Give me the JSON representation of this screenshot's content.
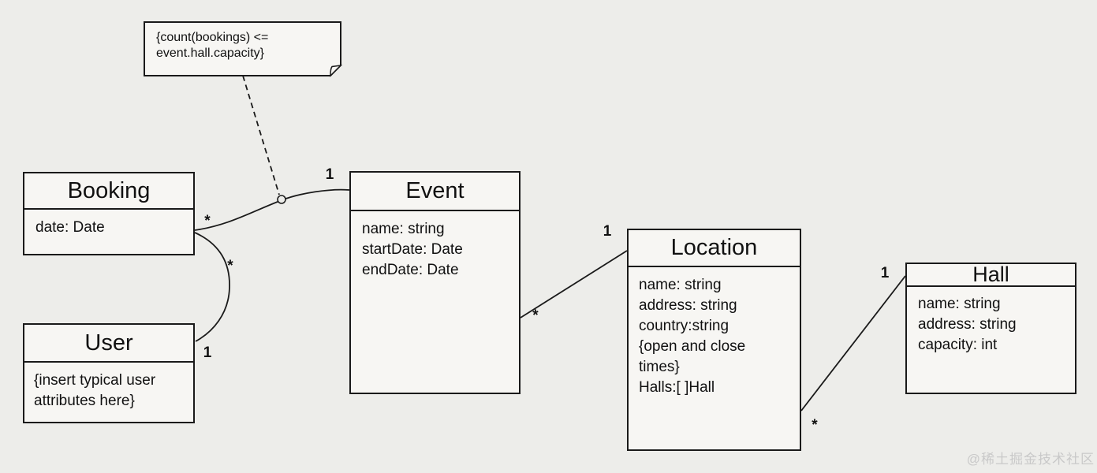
{
  "diagram_type": "uml-class-diagram",
  "colors": {
    "background": "#ededea",
    "box_fill": "#f7f6f3",
    "line": "#1a1a1a",
    "watermark_text": "#c9c9c9"
  },
  "note": {
    "lines": [
      "{count(bookings) <=",
      "event.hall.capacity}"
    ]
  },
  "classes": {
    "booking": {
      "name": "Booking",
      "attributes": [
        "date: Date"
      ]
    },
    "user": {
      "name": "User",
      "attributes": [
        "{insert typical user",
        "attributes here}"
      ]
    },
    "event": {
      "name": "Event",
      "attributes": [
        "name: string",
        "startDate: Date",
        "endDate: Date"
      ]
    },
    "location": {
      "name": "Location",
      "attributes": [
        "name: string",
        "address: string",
        "country:string",
        "{open and close",
        "times}",
        "Halls:[ ]Hall"
      ]
    },
    "hall": {
      "name": "Hall",
      "attributes": [
        "name: string",
        "address: string",
        "capacity: int"
      ]
    }
  },
  "relationships": {
    "booking_event": {
      "from": "Booking",
      "to": "Event",
      "booking_end": "*",
      "event_end": "1"
    },
    "booking_user": {
      "from": "Booking",
      "to": "User",
      "booking_end": "*",
      "user_end": "1"
    },
    "event_location": {
      "from": "Event",
      "to": "Location",
      "event_end": "*",
      "location_end": "1"
    },
    "location_hall": {
      "from": "Location",
      "to": "Hall",
      "location_end": "*",
      "hall_end": "1"
    }
  },
  "watermark": "@稀土掘金技术社区"
}
